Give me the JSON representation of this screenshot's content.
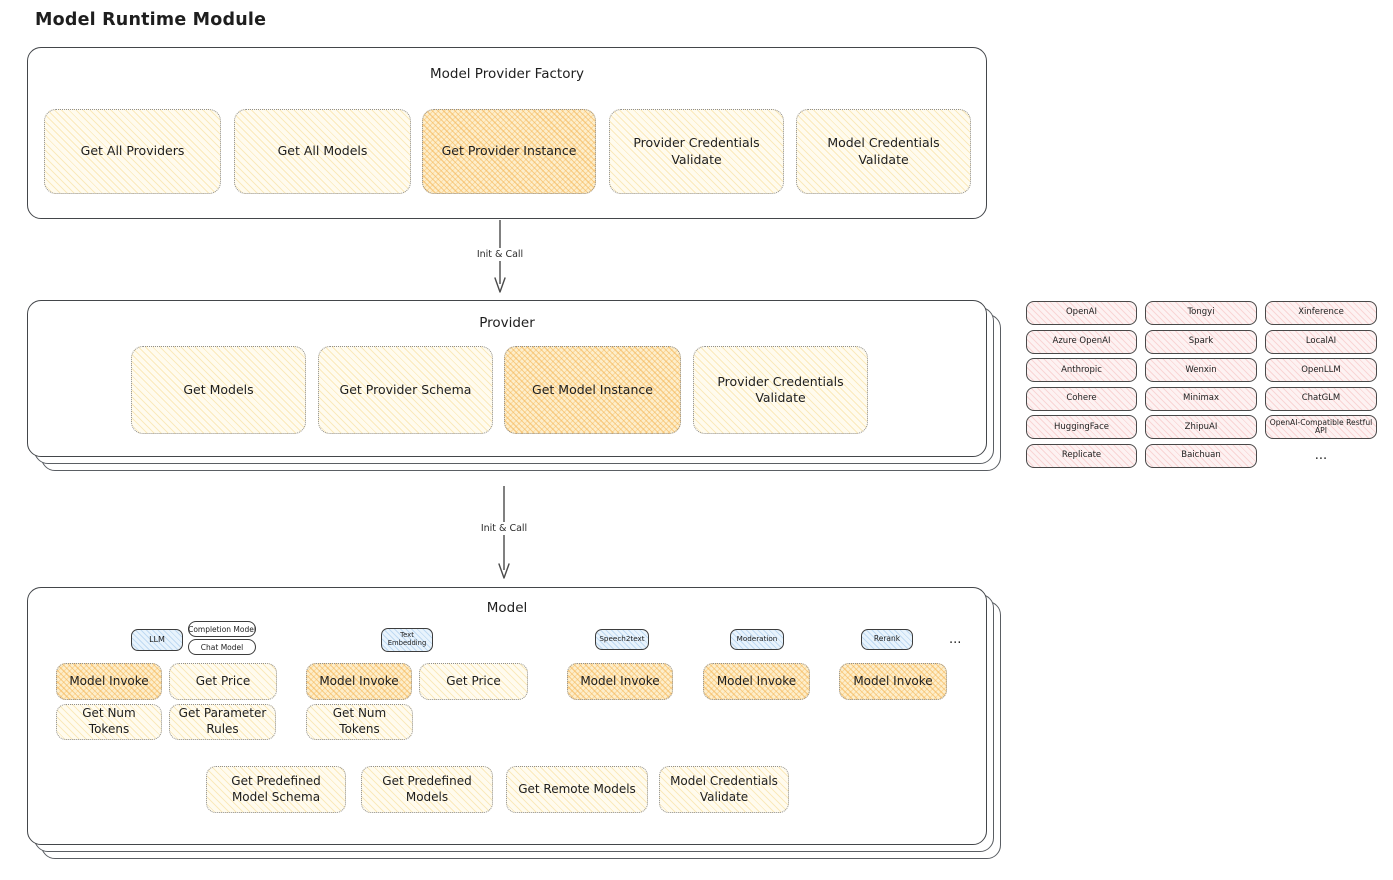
{
  "title": "Model Runtime Module",
  "colors": {
    "node_yellow": "#fffbee",
    "node_highlight": "#fbe3b3",
    "provider_pink": "#fdf2f2",
    "type_tag_blue": "#e8f3fc",
    "stroke_dark": "#3d3d3d"
  },
  "factory": {
    "title": "Model Provider Factory",
    "boxes": [
      "Get All Providers",
      "Get All Models",
      "Get Provider Instance",
      "Provider Credentials Validate",
      "Model Credentials Validate"
    ]
  },
  "arrow1": {
    "label": "Init & Call"
  },
  "arrow2": {
    "label": "Init & Call"
  },
  "provider": {
    "title": "Provider",
    "boxes": [
      "Get Models",
      "Get Provider Schema",
      "Get Model Instance",
      "Provider Credentials Validate"
    ]
  },
  "providers_grid": {
    "items": [
      "OpenAI",
      "Tongyi",
      "Xinference",
      "Azure OpenAI",
      "Spark",
      "LocalAI",
      "Anthropic",
      "Wenxin",
      "OpenLLM",
      "Cohere",
      "Minimax",
      "ChatGLM",
      "HuggingFace",
      "ZhipuAI",
      "OpenAI-Compatible Restful API",
      "Replicate",
      "Baichuan"
    ],
    "more": "..."
  },
  "model": {
    "title": "Model",
    "tags": {
      "llm": "LLM",
      "completion": "Completion Model",
      "chat": "Chat Model",
      "embedding": "Text Embedding",
      "speech": "Speech2text",
      "moderation": "Moderation",
      "rerank": "Rerank",
      "more": "..."
    },
    "functions": {
      "llm": [
        "Model Invoke",
        "Get Price",
        "Get Num Tokens",
        "Get Parameter Rules"
      ],
      "embedding": [
        "Model Invoke",
        "Get Price",
        "Get Num Tokens"
      ],
      "speech": [
        "Model Invoke"
      ],
      "moderation": [
        "Model Invoke"
      ],
      "rerank": [
        "Model Invoke"
      ],
      "common": [
        "Get Predefined Model Schema",
        "Get Predefined Models",
        "Get Remote Models",
        "Model Credentials Validate"
      ]
    }
  }
}
